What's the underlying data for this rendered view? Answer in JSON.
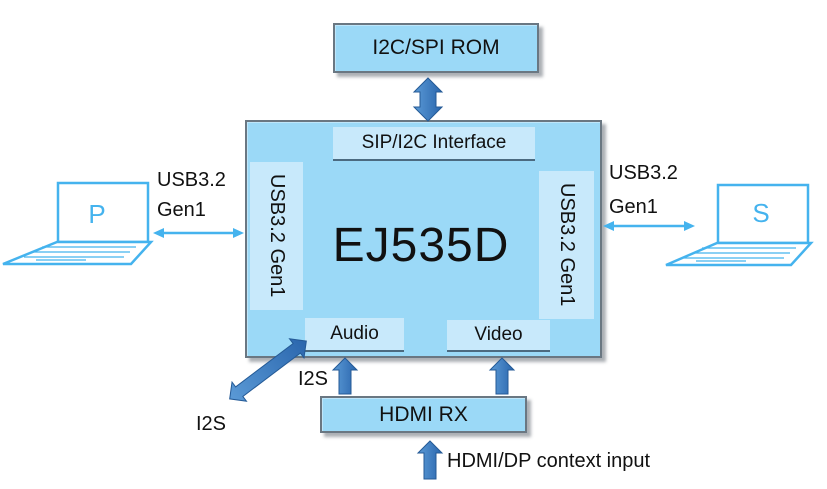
{
  "diagram": {
    "rom": "I2C/SPI ROM",
    "chip": {
      "name": "EJ535D",
      "top_panel": "SIP/I2C Interface",
      "left_panel": "USB3.2 Gen1",
      "right_panel": "USB3.2 Gen1",
      "audio_panel": "Audio",
      "video_panel": "Video"
    },
    "hdmi_rx": "HDMI RX",
    "left_host": {
      "letter": "P",
      "link_line1": "USB3.2",
      "link_line2": "Gen1"
    },
    "right_host": {
      "letter": "S",
      "link_line1": "USB3.2",
      "link_line2": "Gen1"
    },
    "i2s_inner": "I2S",
    "i2s_outer": "I2S",
    "input_label": "HDMI/DP context input"
  },
  "colors": {
    "box_fill": "#9bd9f7",
    "panel_fill": "#c8e9fb",
    "arrow": "#2f6fb6",
    "laptop": "#45b3ee"
  }
}
